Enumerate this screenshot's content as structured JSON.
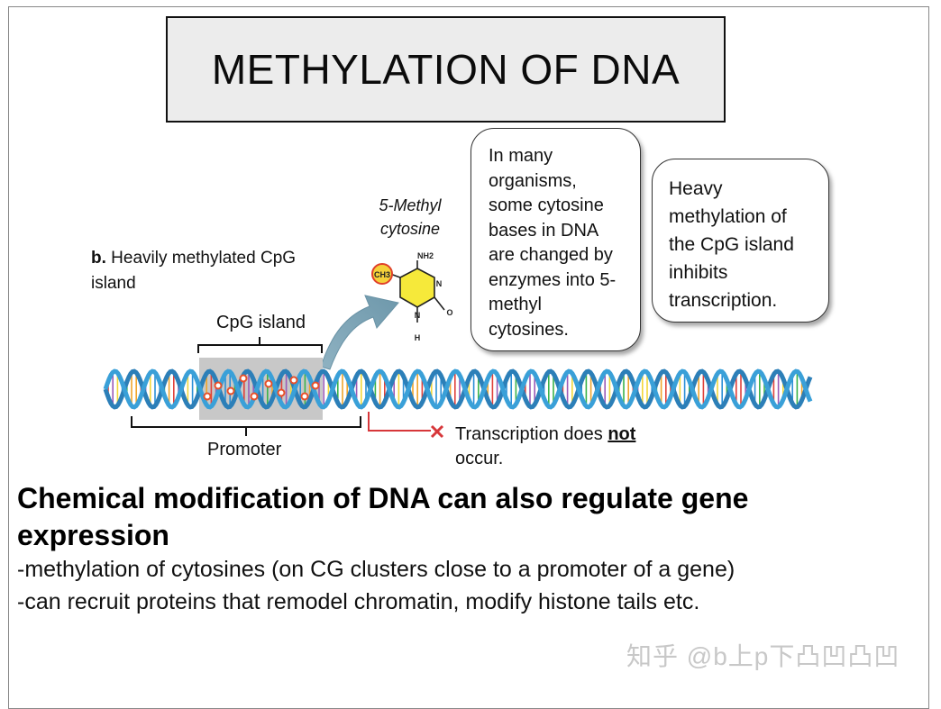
{
  "title": "METHYLATION OF DNA",
  "bubble_left": [
    "In many",
    "organisms,",
    "some cytosine",
    "bases in DNA",
    "are changed by",
    "enzymes into 5-",
    "methyl",
    "cytosines."
  ],
  "bubble_right": [
    "Heavy",
    "methylation of",
    "the CpG island",
    "inhibits",
    "transcription."
  ],
  "figure": {
    "panel_letter": "b.",
    "panel_text_line1": "Heavily methylated CpG",
    "panel_text_line2": "island",
    "molecule_title_line1": "5-Methyl",
    "molecule_title_line2": "cytosine",
    "cpg_island_label": "CpG island",
    "promoter_label": "Promoter",
    "transcription_text": "Transcription does ",
    "transcription_not": "not",
    "transcription_end": "occur.",
    "atom_ch3": "CH3",
    "atom_nh2": "NH2",
    "atom_n_top": "N",
    "atom_n_bottom": "N",
    "atom_h": "H",
    "atom_o": "O",
    "helix_colors": [
      "#2c7fb8",
      "#3aa0d8"
    ],
    "methyl_color": "#e8502a"
  },
  "heading": "Chemical modification of DNA can also regulate gene expression",
  "bullets": [
    "-methylation of cytosines (on CG clusters close to a promoter of a gene)",
    "-can recruit proteins that remodel chromatin, modify histone tails etc."
  ],
  "watermark": "知乎 @b上p下凸凹凸凹"
}
